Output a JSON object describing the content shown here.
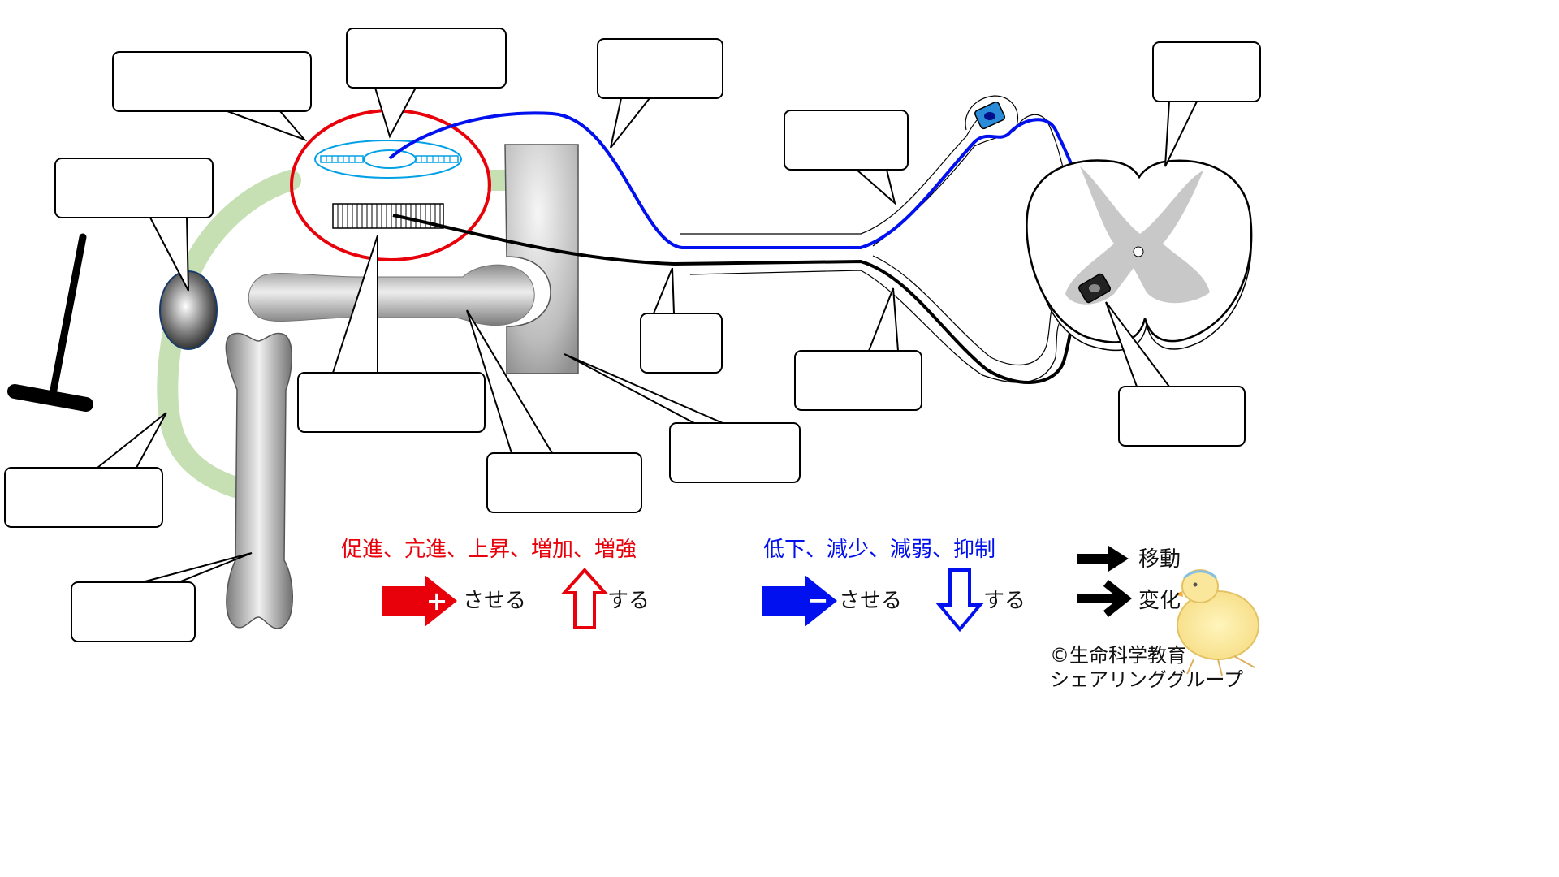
{
  "legend": {
    "increase_terms": "促進、亢進、上昇、増加、増強",
    "decrease_terms": "低下、減少、減弱、抑制",
    "cause_suffix": "させる",
    "self_suffix": "する",
    "plus_symbol": "+",
    "minus_symbol": "−",
    "move_label": "移動",
    "change_label": "変化"
  },
  "credit": {
    "line1": "©生命科学教育",
    "line2": "シェアリンググループ"
  },
  "colors": {
    "increase": "#e8000b",
    "decrease": "#0010ee",
    "spindle_circle": "#e8000b",
    "efferent_nerve": "#0010ee",
    "tendon": "#c6e0b4",
    "gray_matter": "#c8c8c8"
  }
}
